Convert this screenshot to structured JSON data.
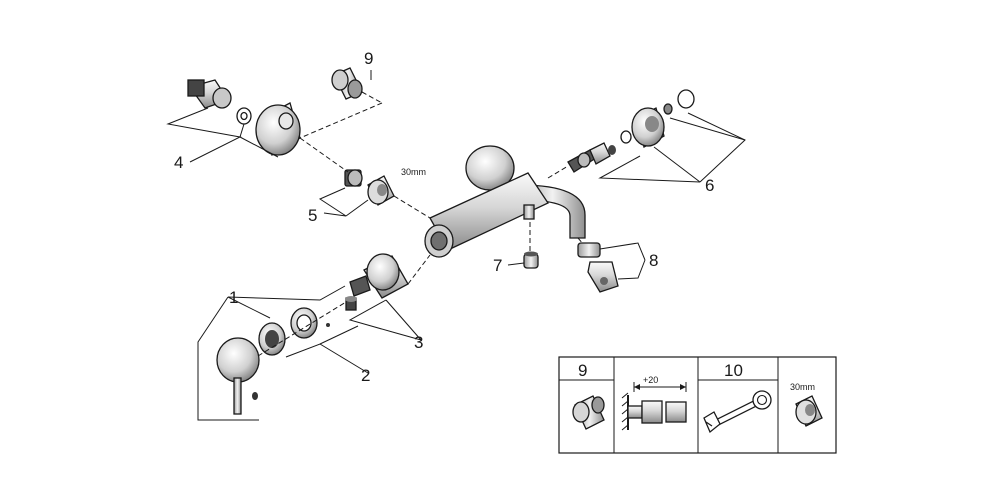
{
  "callouts": {
    "c1": "1",
    "c2": "2",
    "c3": "3",
    "c4": "4",
    "c5": "5",
    "c6": "6",
    "c7": "7",
    "c8": "8",
    "c9": "9"
  },
  "dimensions": {
    "nut_size_main": "30mm",
    "nut_size_box": "30mm",
    "extension": "+20"
  },
  "accessory_box": {
    "label_9": "9",
    "label_10": "10"
  }
}
